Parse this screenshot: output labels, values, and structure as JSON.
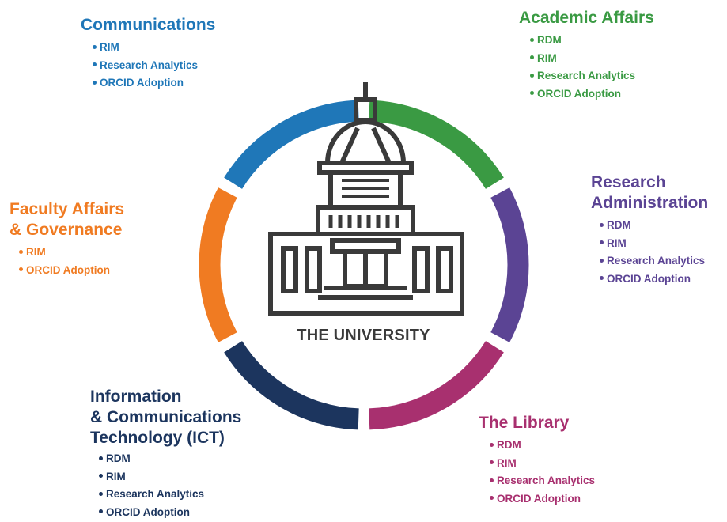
{
  "center": {
    "label": "THE UNIVERSITY",
    "icon": "university-building-icon",
    "color": "#3a3a3a"
  },
  "units": [
    {
      "key": "comm",
      "title": "Communications",
      "color": "#1f77b8",
      "items": [
        "RIM",
        "Research Analytics",
        "ORCID Adoption"
      ]
    },
    {
      "key": "acad",
      "title": "Academic Affairs",
      "color": "#3a9a43",
      "items": [
        "RDM",
        "RIM",
        "Research Analytics",
        "ORCID Adoption"
      ]
    },
    {
      "key": "res",
      "title": "Research Administration",
      "title_lines": [
        "Research",
        "Administration"
      ],
      "color": "#5b4494",
      "items": [
        "RDM",
        "RIM",
        "Research Analytics",
        "ORCID Adoption"
      ]
    },
    {
      "key": "lib",
      "title": "The Library",
      "color": "#a8306f",
      "items": [
        "RDM",
        "RIM",
        "Research Analytics",
        "ORCID Adoption"
      ]
    },
    {
      "key": "ict",
      "title": "Information & Communications Technology (ICT)",
      "title_lines": [
        "Information",
        "& Communications",
        "Technology (ICT)"
      ],
      "color": "#1c355e",
      "items": [
        "RDM",
        "RIM",
        "Research Analytics",
        "ORCID Adoption"
      ]
    },
    {
      "key": "fac",
      "title": "Faculty Affairs & Governance",
      "title_lines": [
        "Faculty Affairs",
        "& Governance"
      ],
      "color": "#f07b22",
      "items": [
        "RIM",
        "ORCID Adoption"
      ]
    }
  ]
}
